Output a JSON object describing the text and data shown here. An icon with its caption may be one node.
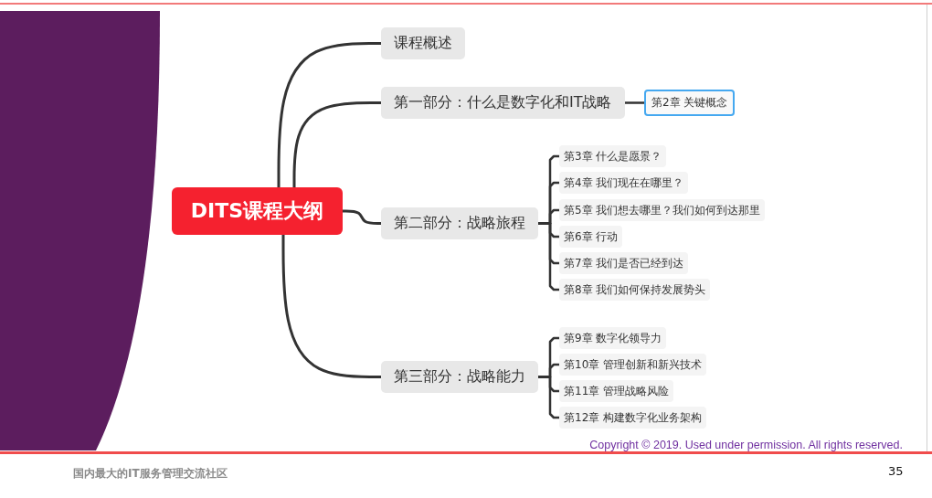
{
  "diagram": {
    "nodes": [
      {
        "text": [
          "DITS课程大纲"
        ]
      },
      {
        "text": [
          "课程概述"
        ]
      },
      {
        "text": [
          "第一部分：什么是数字化和IT战略"
        ]
      },
      {
        "text": [
          "第2章 关键概念"
        ]
      },
      {
        "text": [
          "第二部分：战略旅程"
        ]
      },
      {
        "text": [
          "第3章 什么是愿景？"
        ]
      },
      {
        "text": [
          "第4章 我们现在在哪里？"
        ]
      },
      {
        "text": [
          "第5章 我们想去哪里？我们如何到达那里"
        ]
      },
      {
        "text": [
          "第6章 行动"
        ]
      },
      {
        "text": [
          "第7章 我们是否已经到达"
        ]
      },
      {
        "text": [
          "第8章 我们如何保持发展势头"
        ]
      },
      {
        "text": [
          "第三部分：战略能力"
        ]
      },
      {
        "text": [
          "第9章 数字化领导力"
        ]
      },
      {
        "text": [
          "第10章 管理创新和新兴技术"
        ]
      },
      {
        "text": [
          "第11章 管理战略风险"
        ]
      },
      {
        "text": [
          "第12章 构建数字化业务架构"
        ]
      }
    ],
    "edges": [
      {
        "from": 0,
        "to": 1,
        "arrow": "none"
      },
      {
        "from": 0,
        "to": 2,
        "arrow": "none"
      },
      {
        "from": 2,
        "to": 3,
        "arrow": "none"
      },
      {
        "from": 0,
        "to": 4,
        "arrow": "none"
      },
      {
        "from": 4,
        "to": 5,
        "arrow": "none"
      },
      {
        "from": 4,
        "to": 6,
        "arrow": "none"
      },
      {
        "from": 4,
        "to": 7,
        "arrow": "none"
      },
      {
        "from": 4,
        "to": 8,
        "arrow": "none"
      },
      {
        "from": 4,
        "to": 9,
        "arrow": "none"
      },
      {
        "from": 4,
        "to": 10,
        "arrow": "none"
      },
      {
        "from": 0,
        "to": 11,
        "arrow": "none"
      },
      {
        "from": 11,
        "to": 12,
        "arrow": "none"
      },
      {
        "from": 11,
        "to": 13,
        "arrow": "none"
      },
      {
        "from": 11,
        "to": 14,
        "arrow": "none"
      },
      {
        "from": 11,
        "to": 15,
        "arrow": "none"
      }
    ],
    "labels": [
      "Copyright © 2019. Used under permission. All rights reserved.",
      "国内最大的IT服务管理交流社区",
      "35"
    ]
  }
}
